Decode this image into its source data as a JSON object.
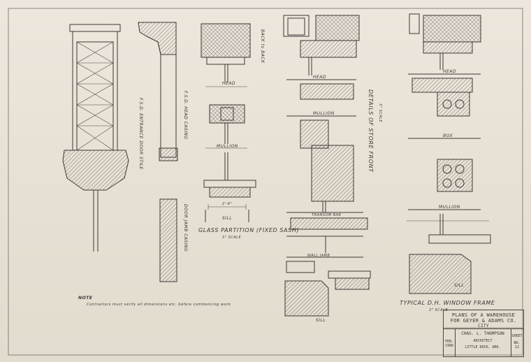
{
  "labels": {
    "entrance_door": "F.S.D. ENTRANCE DOOR STILE",
    "head_casing": "F.S.D. HEAD CASING",
    "door_jambs": "DOOR JAMB CASING",
    "glass_partition": "GLASS PARTITION (FIXED SASH)",
    "glass_partition_scale": "3\" SCALE",
    "head_1": "HEAD",
    "mullion_1": "MULLION",
    "sill_1": "SILL",
    "dim_1": "2'-6\"",
    "details_office": "DETAILS OF STORE FRONT",
    "details_office_scale": "3\" SCALE",
    "head_2": "HEAD",
    "mullion_2": "MULLION",
    "transom_bar": "TRANSOM BAR",
    "wall_jamb": "WALL JAMB",
    "sill_2": "SILL",
    "head_3": "HEAD",
    "box": "BOX",
    "mullion_3": "MULLION",
    "sill_3": "SILL",
    "typical_window": "TYPICAL D.H. WINDOW FRAME",
    "typical_window_scale": "3\" SCALE",
    "vertical_note": "BACK to BACK",
    "note_title": "NOTE",
    "note_text": "Contractors must verify all dimensions etc. before commencing work."
  },
  "title_block": {
    "line1": "PLANS OF A WAREHOUSE",
    "line2": "FOR GEYER & ADAMS CO.",
    "line3": "CITY",
    "architect": "CHAS. L. THOMPSON",
    "architect_role": "ARCHITECT",
    "architect_city": "LITTLE ROCK, ARK.",
    "left_cell": "FEB. 1906",
    "sheet_label": "SHEET",
    "sheet_no": "NO. 12"
  }
}
